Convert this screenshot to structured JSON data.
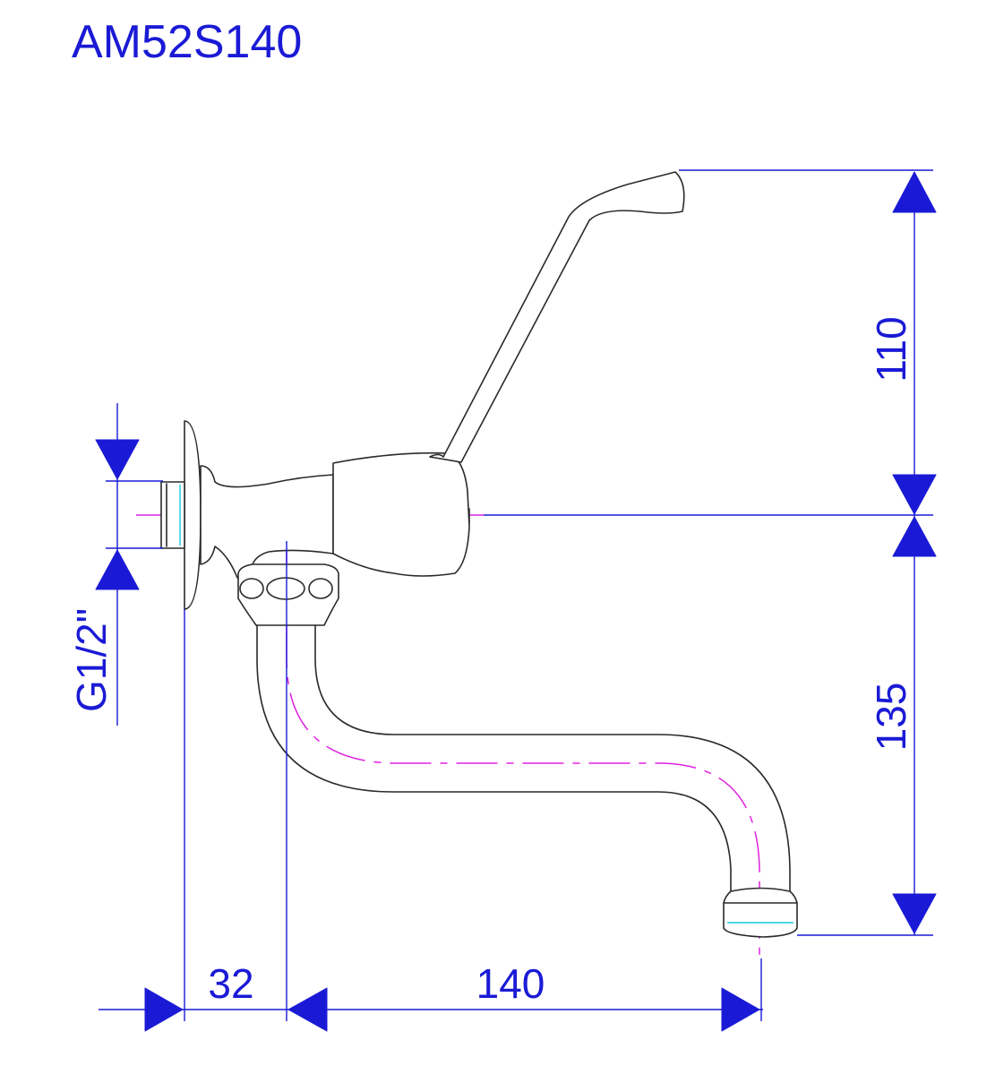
{
  "title": "AM52S140",
  "dimensions": {
    "lever_height": "110",
    "spout_drop": "135",
    "connection_thread": "G1/2\"",
    "wall_offset": "32",
    "spout_reach": "140"
  },
  "colors": {
    "dimension": "#1a1ad6",
    "outline": "#2a2a2a",
    "centerline": "#e020e0",
    "thread_marks": "#18c8d8"
  }
}
